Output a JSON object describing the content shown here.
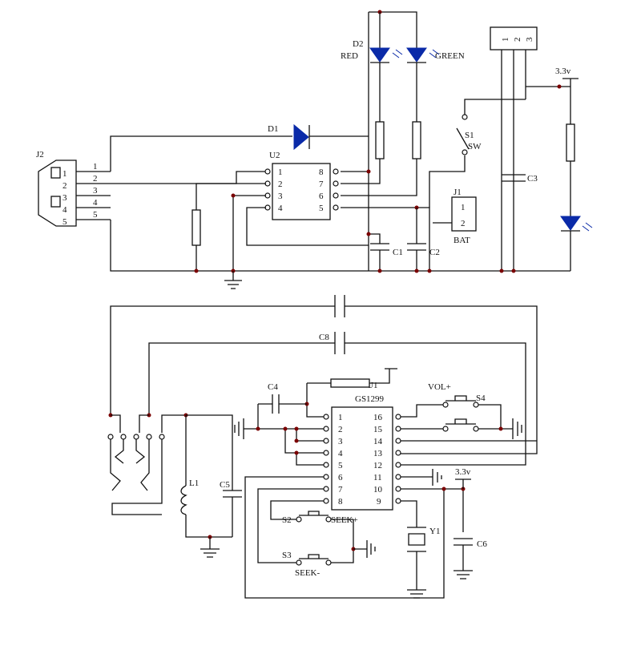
{
  "labels": {
    "j2": "J2",
    "j2_pins": [
      "1",
      "2",
      "3",
      "4",
      "5"
    ],
    "j2_wires": [
      "1",
      "2",
      "3",
      "4",
      "5"
    ],
    "d1": "D1",
    "d2": "D2",
    "red": "RED",
    "green": "GREEN",
    "u2": "U2",
    "u2_left_pins": [
      "1",
      "2",
      "3",
      "4"
    ],
    "u2_right_pins": [
      "8",
      "7",
      "6",
      "5"
    ],
    "c1": "C1",
    "c2": "C2",
    "c3": "C3",
    "j1": "J1",
    "j1_pins": [
      "1",
      "2"
    ],
    "bat": "BAT",
    "s1": "S1",
    "sw": "SW",
    "connector_pins": [
      "1",
      "2",
      "3"
    ],
    "v33_top": "3.3v",
    "c8": "C8",
    "c4": "C4",
    "u1": "U1",
    "gs1299": "GS1299",
    "u1_left_pins": [
      "1",
      "2",
      "3",
      "4",
      "5",
      "6",
      "7",
      "8"
    ],
    "u1_right_pins": [
      "16",
      "15",
      "14",
      "13",
      "12",
      "11",
      "10",
      "9"
    ],
    "vol_plus": "VOL+",
    "s4": "S4",
    "l1": "L1",
    "c5": "C5",
    "v33_bottom": "3.3v",
    "s2": "S2",
    "seek_plus": "SEEK+",
    "s3": "S3",
    "seek_minus": "SEEK-",
    "y1": "Y1",
    "c6": "C6"
  },
  "colors": {
    "wire": "#111111",
    "led": "#0a2aa8",
    "junction": "#7a0000"
  }
}
